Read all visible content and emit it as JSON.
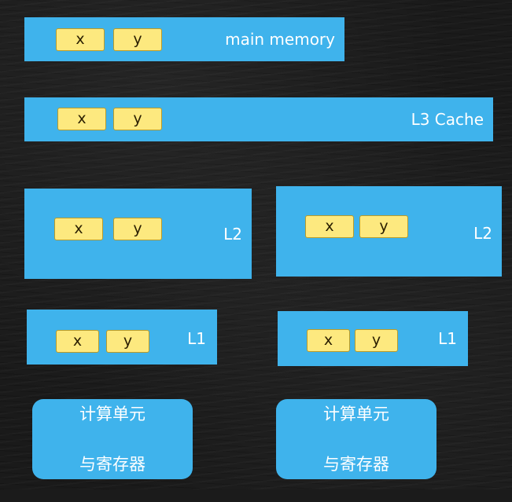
{
  "blocks": {
    "main_memory": {
      "label": "main memory",
      "cells": [
        "x",
        "y"
      ]
    },
    "l3_cache": {
      "label": "L3 Cache",
      "cells": [
        "x",
        "y"
      ]
    },
    "l2_left": {
      "label": "L2",
      "cells": [
        "x",
        "y"
      ]
    },
    "l2_right": {
      "label": "L2",
      "cells": [
        "x",
        "y"
      ]
    },
    "l1_left": {
      "label": "L1",
      "cells": [
        "x",
        "y"
      ]
    },
    "l1_right": {
      "label": "L1",
      "cells": [
        "x",
        "y"
      ]
    }
  },
  "units": {
    "left": {
      "line1": "计算单元",
      "line2": "与寄存器"
    },
    "right": {
      "line1": "计算单元",
      "line2": "与寄存器"
    }
  },
  "colors": {
    "block": "#3fb3ec",
    "cell": "#fde97f",
    "background": "#1a1a1a"
  }
}
